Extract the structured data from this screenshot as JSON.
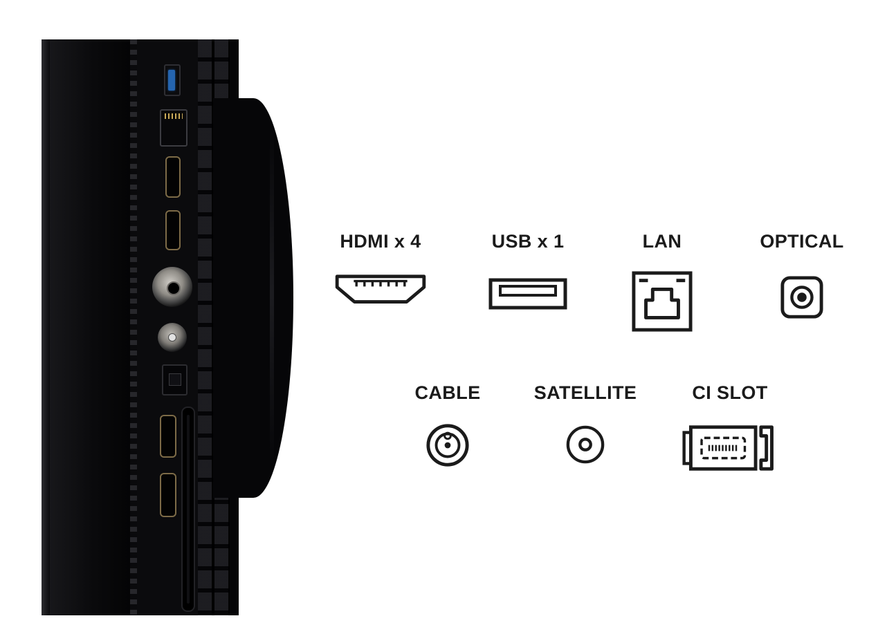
{
  "legend": {
    "row1": [
      {
        "label": "HDMI x 4",
        "icon": "hdmi-icon"
      },
      {
        "label": "USB x 1",
        "icon": "usb-icon"
      },
      {
        "label": "LAN",
        "icon": "lan-icon"
      },
      {
        "label": "OPTICAL",
        "icon": "optical-icon"
      }
    ],
    "row2": [
      {
        "label": "CABLE",
        "icon": "cable-icon"
      },
      {
        "label": "SATELLITE",
        "icon": "satellite-icon"
      },
      {
        "label": "CI SLOT",
        "icon": "ci-slot-icon"
      }
    ]
  },
  "colors": {
    "background": "#ffffff",
    "label_text": "#1b1b1b",
    "icon_stroke": "#1b1b1b",
    "tv_body": "#0a0a0c",
    "usb_blue": "#2565b0",
    "hdmi_trim": "#7d6b47"
  }
}
